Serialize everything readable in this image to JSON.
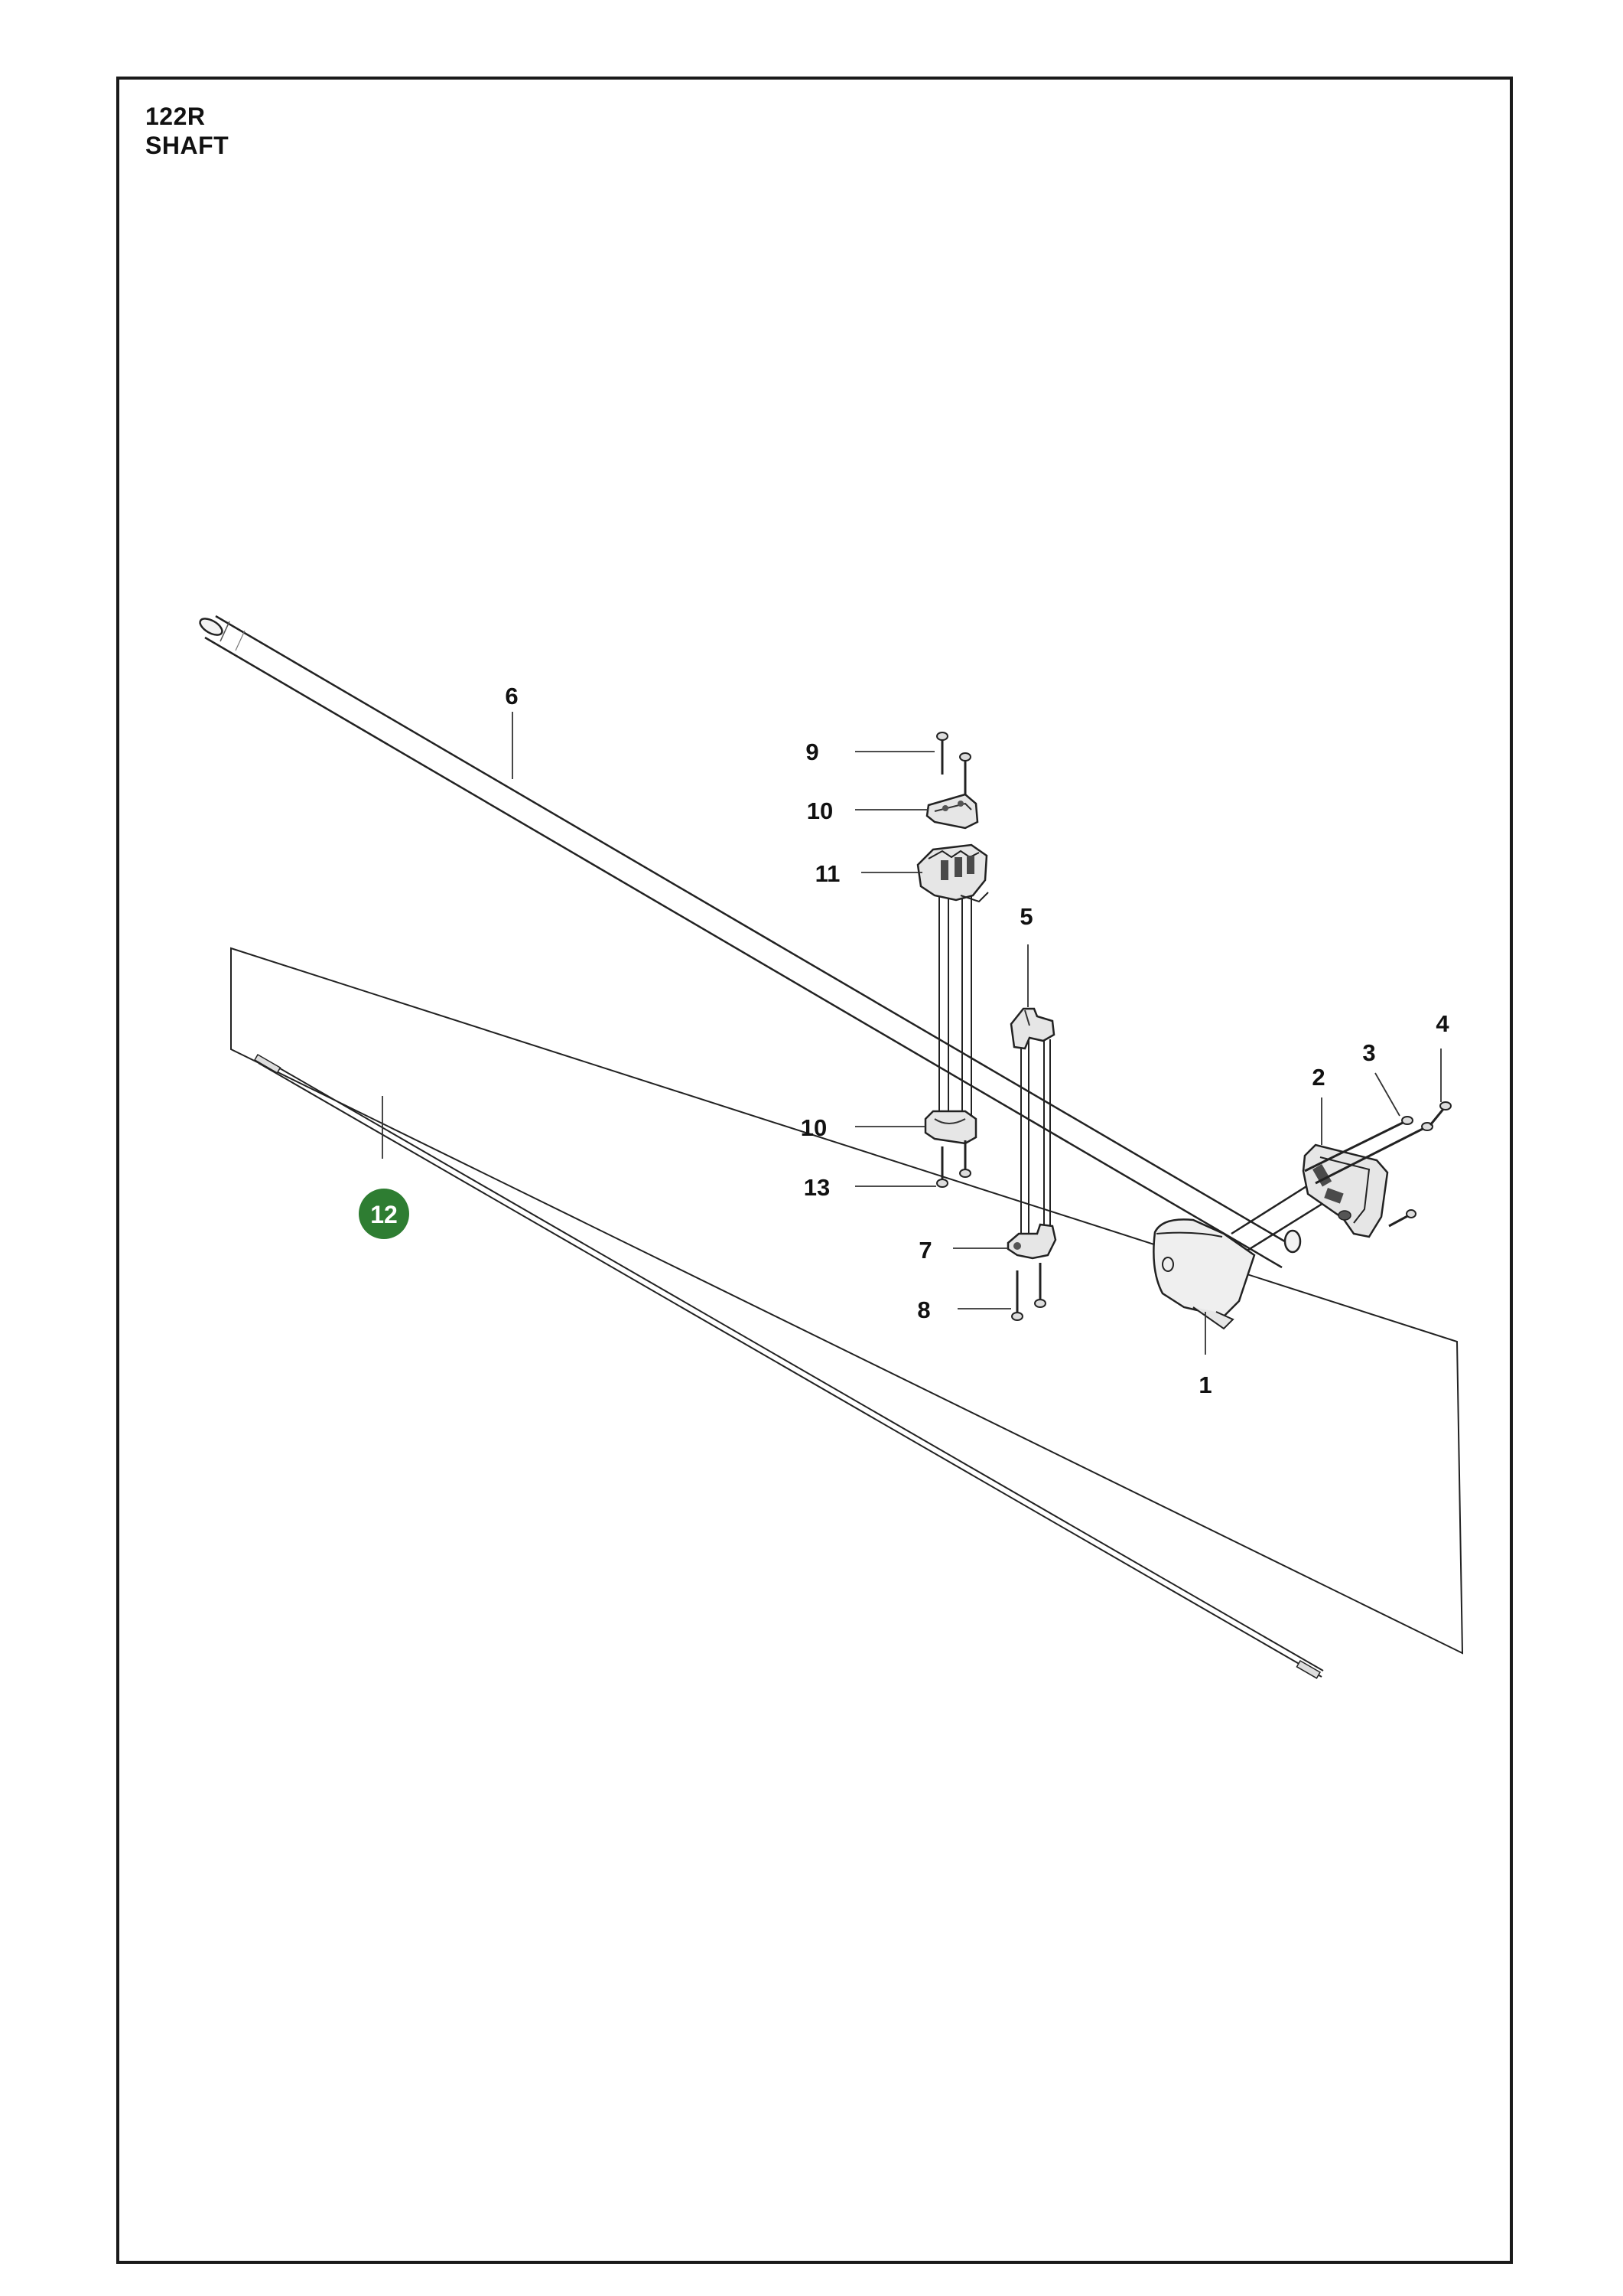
{
  "header": {
    "model": "122R",
    "section": "SHAFT"
  },
  "colors": {
    "frame": "#1a1a1a",
    "line": "#222222",
    "part_fill": "#e6e6e6",
    "part_dark": "#4a4a4a",
    "highlight_badge": "#2e7d32"
  },
  "callouts": {
    "c1": "1",
    "c2": "2",
    "c3": "3",
    "c4": "4",
    "c5": "5",
    "c6": "6",
    "c7": "7",
    "c8": "8",
    "c9": "9",
    "c10a": "10",
    "c10b": "10",
    "c11": "11",
    "c12": "12",
    "c13": "13"
  }
}
